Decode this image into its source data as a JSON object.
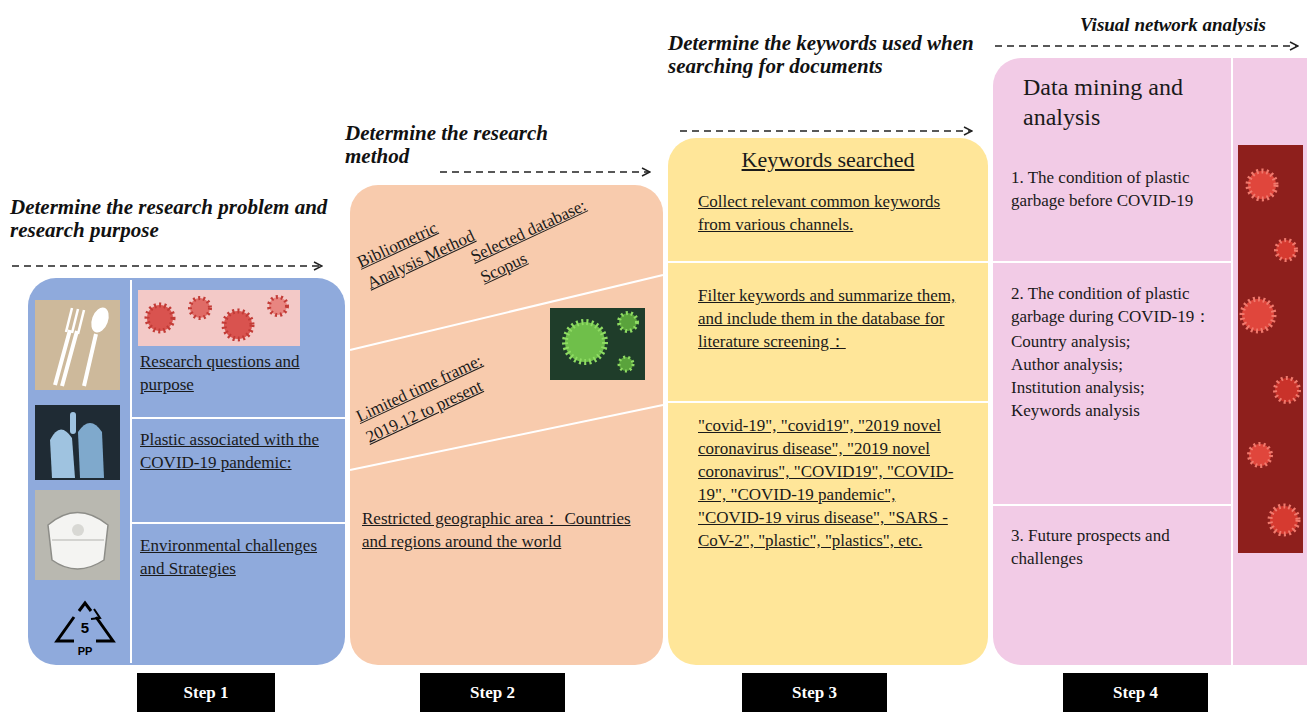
{
  "diagram": {
    "nodes": [
      {
        "text": [
          "Determine the research problem and research purpose"
        ]
      },
      {
        "text": [
          "Research questions and purpose"
        ],
        "in": 0
      },
      {
        "text": [
          "Plastic associated with the COVID-19 pandemic:"
        ],
        "in": 0
      },
      {
        "text": [
          "Environmental challenges and Strategies"
        ],
        "in": 0
      },
      {
        "text": [
          "Determine the research method"
        ]
      },
      {
        "text": [
          "Bibliometric Analysis Method",
          "Selected database: Scopus"
        ],
        "in": 4
      },
      {
        "text": [
          "Limited time frame: 2019.12 to present"
        ],
        "in": 4
      },
      {
        "text": [
          "Restricted geographic area： Countries and regions around the world"
        ],
        "in": 4
      },
      {
        "text": [
          "Determine the keywords used when searching for documents",
          "Keywords searched"
        ]
      },
      {
        "text": [
          "Collect relevant common keywords from various channels."
        ],
        "in": 8
      },
      {
        "text": [
          "Filter keywords and summarize them, and include them in the database for literature screening："
        ],
        "in": 8
      },
      {
        "text": [
          "\"covid-19\", \"covid19\", \"2019 novel coronavirus disease\", \"2019 novel coronavirus\", \"COVID19\", \"COVID-19\", \"COVID-19 pandemic\", \"COVID-19 virus disease\", \"SARS -CoV-2\", \"plastic\", \"plastics\", etc."
        ],
        "in": 8
      },
      {
        "text": [
          "Visual network analysis",
          "Data mining and analysis"
        ]
      },
      {
        "text": [
          "1. The condition of plastic garbage before COVID-19"
        ],
        "in": 12
      },
      {
        "text": [
          "2. The condition of plastic garbage during COVID-19：",
          "Country analysis; Author analysis; Institution analysis; Keywords analysis"
        ],
        "in": 12
      },
      {
        "text": [
          "3. Future prospects and challenges"
        ],
        "in": 12
      },
      {
        "text": [
          "Step 1"
        ]
      },
      {
        "text": [
          "Step 2"
        ]
      },
      {
        "text": [
          "Step 3"
        ]
      },
      {
        "text": [
          "Step 4"
        ]
      }
    ],
    "labels": [
      "5",
      "PP"
    ]
  }
}
